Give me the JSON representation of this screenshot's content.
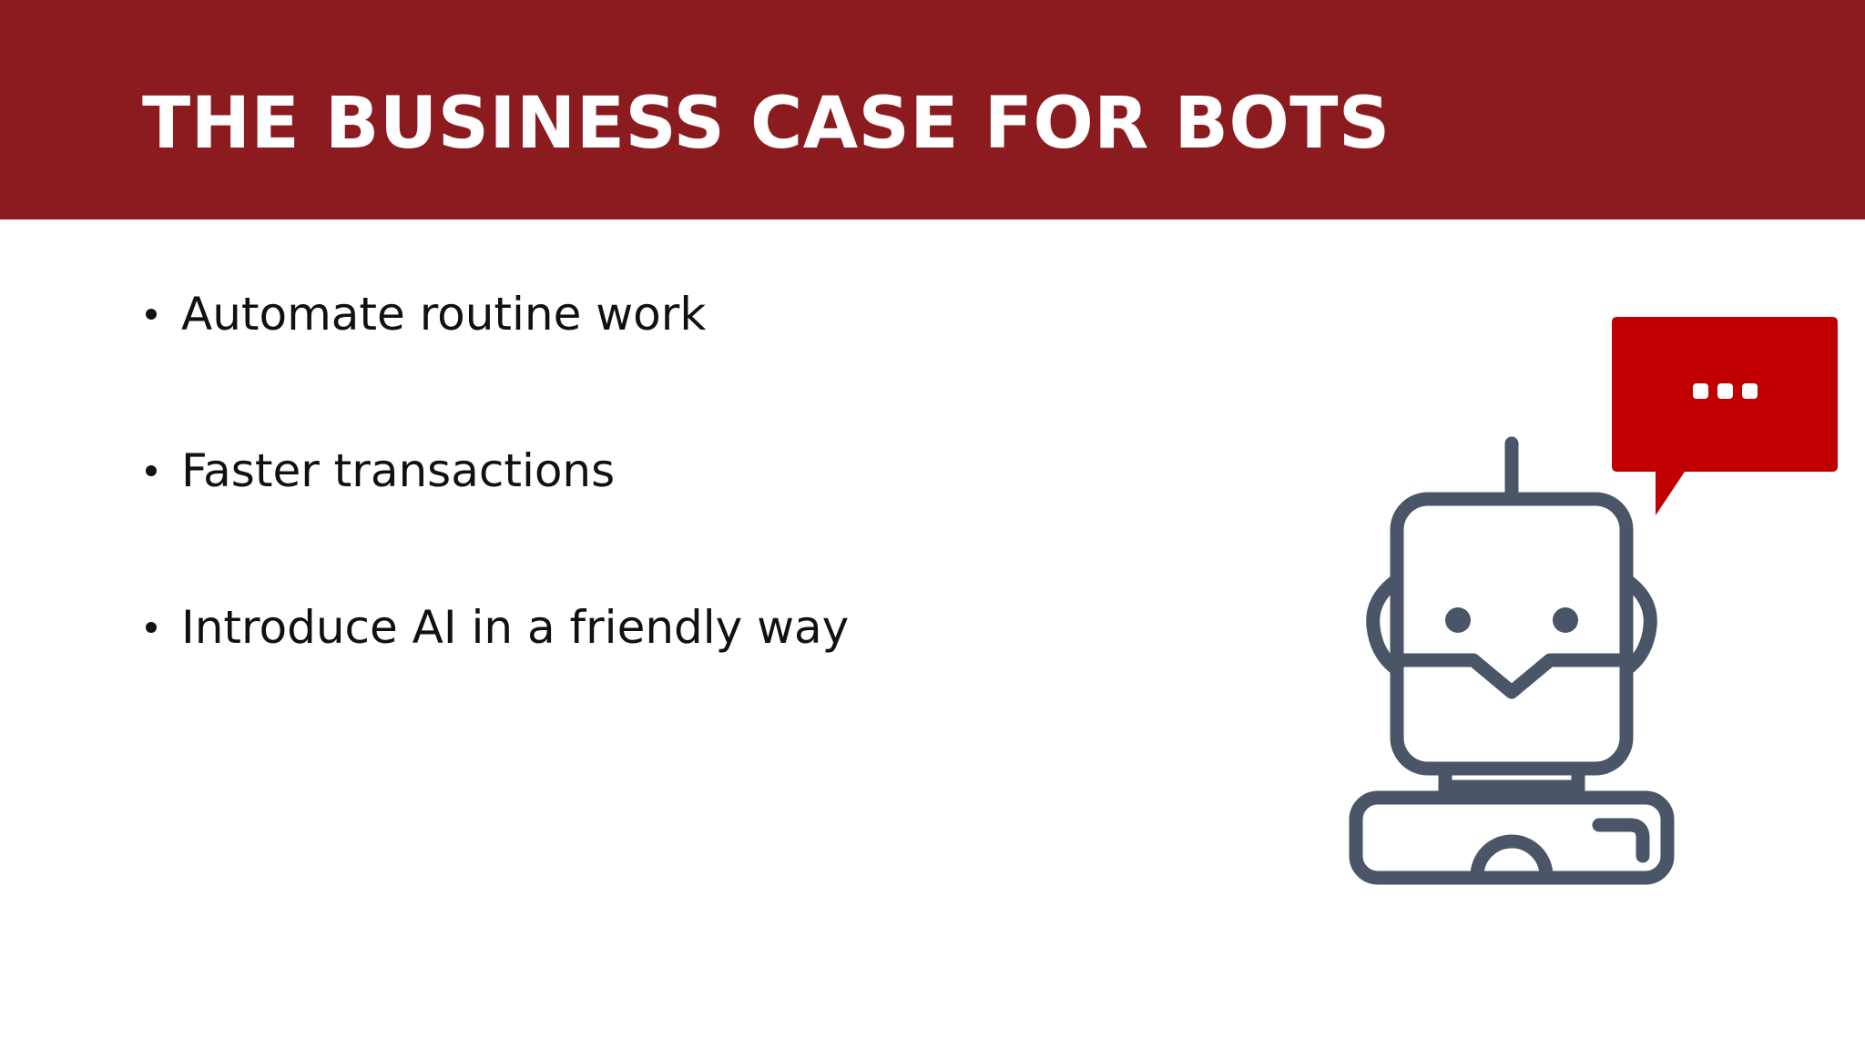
{
  "slide": {
    "title": "THE BUSINESS CASE FOR BOTS",
    "bullets": [
      "Automate routine work",
      "Faster transactions",
      "Introduce AI in a friendly way"
    ]
  },
  "colors": {
    "title_bar": "#8b1b1e",
    "title_text": "#ffffff",
    "body_text": "#111111",
    "robot_stroke": "#4a5568",
    "speech_bubble": "#c00000"
  },
  "icons": {
    "illustration": "robot-icon",
    "bubble": "speech-bubble-icon"
  }
}
